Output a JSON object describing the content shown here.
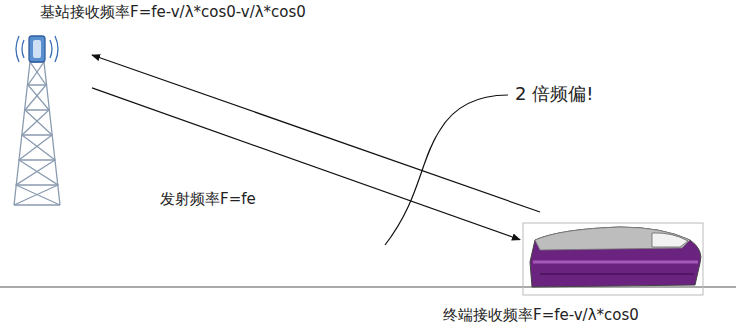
{
  "diagram": {
    "nodes": [
      {
        "text": [
          "基站接收频率F=fe-v/λ*cos0-v/λ*cos0"
        ]
      },
      {
        "text": [
          "终端接收频率F=fe-v/λ*cos0"
        ]
      }
    ],
    "edges": [
      {
        "from": 1,
        "to": 0,
        "arrow": "to"
      },
      {
        "from": 0,
        "to": 1,
        "arrow": "to"
      }
    ],
    "labels": [
      "2 倍频偏!",
      "发射频率F=fe"
    ]
  }
}
